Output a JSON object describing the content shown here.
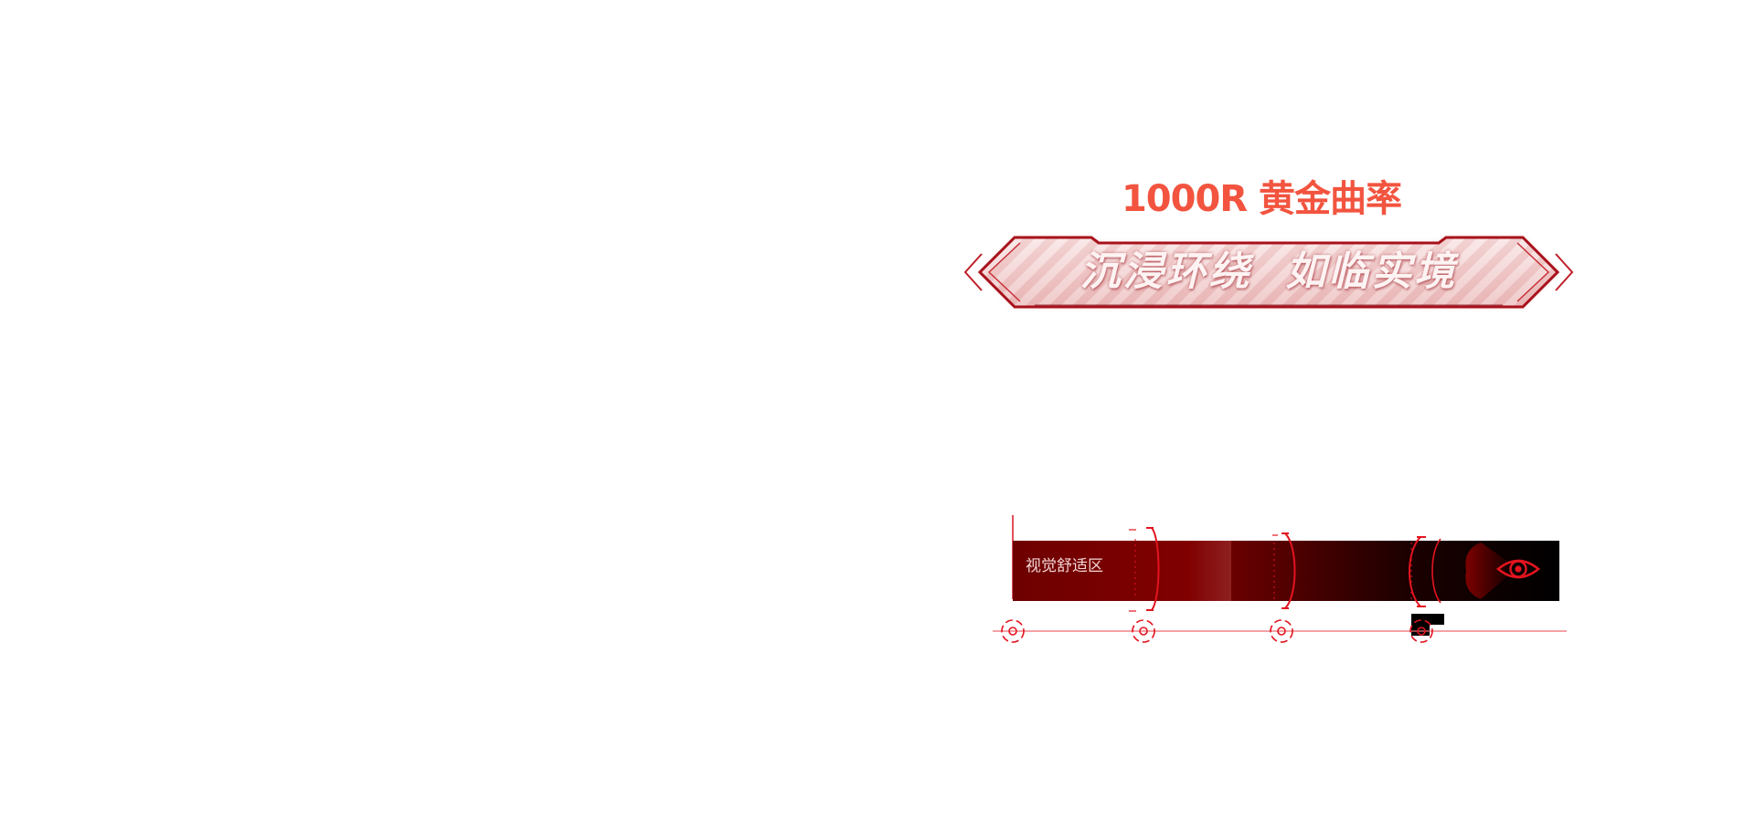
{
  "headline": {
    "text": "1000R 黄金曲率",
    "color": "#f2543f"
  },
  "banner": {
    "slogan": "沉浸环绕  如临实境",
    "frame_color": "#a8111b",
    "fill_color": "#f7dcdc"
  },
  "diagram": {
    "zone_label": "视觉舒适区",
    "bar_color_start": "#7a0000",
    "bar_color_end": "#000000",
    "accent_color": "#e3141f",
    "eye_icon": "eye-icon",
    "marker_icon": "target-marker-icon"
  }
}
